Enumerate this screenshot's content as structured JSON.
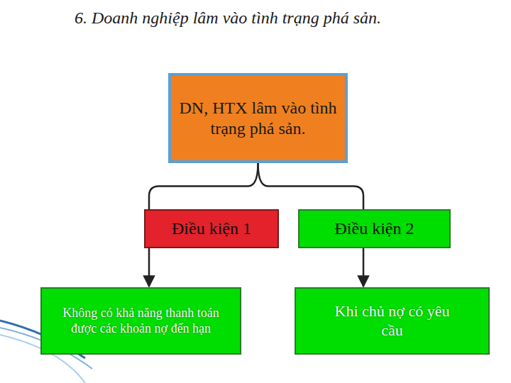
{
  "diagram": {
    "title": "6. Doanh nghiệp lâm vào tình trạng phá sản.",
    "nodes": [
      {
        "text": [
          "DN, HTX lâm vào tình trạng phá sản."
        ]
      },
      {
        "text": [
          "Điều kiện 1"
        ]
      },
      {
        "text": [
          "Điều kiện 2"
        ]
      },
      {
        "text": [
          "Không có khả năng thanh toán được các khoản nợ đến hạn"
        ]
      },
      {
        "text": [
          "Khi chủ nợ có yêu cầu"
        ]
      }
    ],
    "edges": [
      {
        "from": 0,
        "to": 1,
        "arrow": "none"
      },
      {
        "from": 0,
        "to": 2,
        "arrow": "none"
      },
      {
        "from": 1,
        "to": 3,
        "arrow": "to"
      },
      {
        "from": 2,
        "to": 4,
        "arrow": "to"
      }
    ]
  }
}
